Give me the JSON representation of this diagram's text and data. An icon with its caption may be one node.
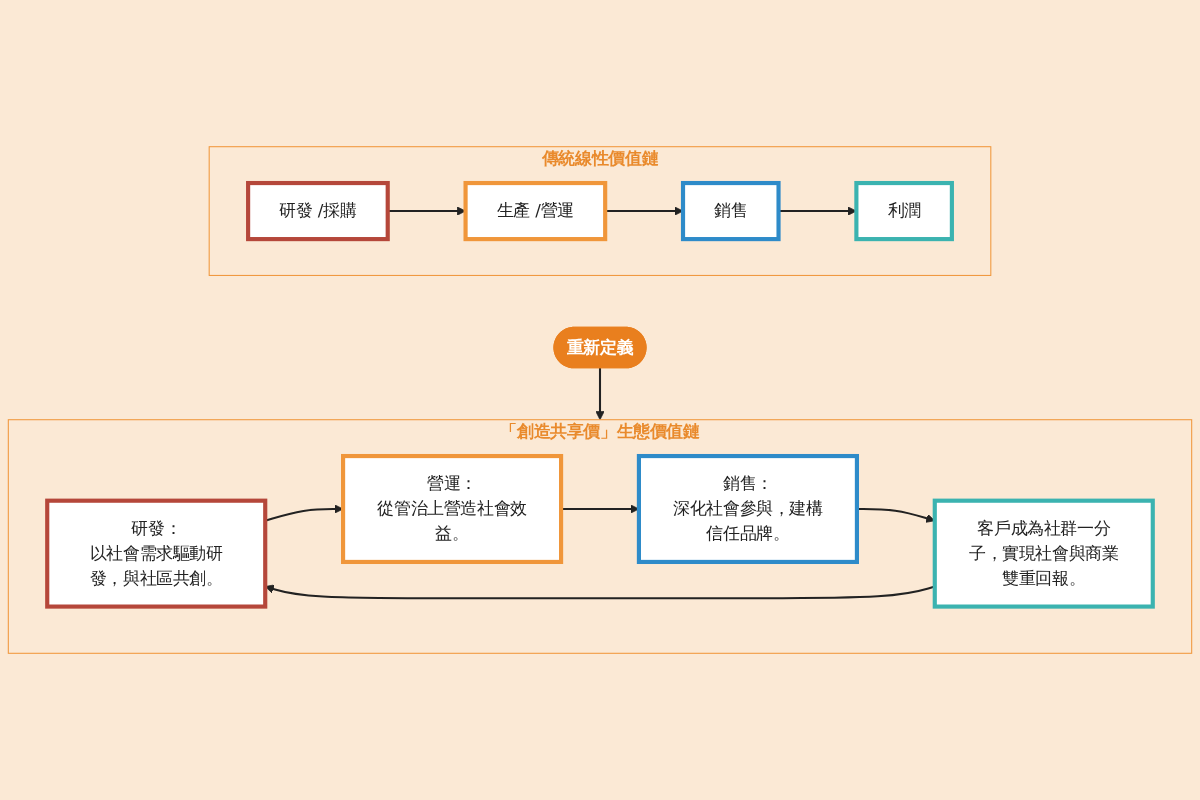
{
  "diagram": {
    "nodes": [
      {
        "text": [
          "傳統線性價值鏈"
        ]
      },
      {
        "text": [
          "研發 /採購"
        ],
        "in": 0
      },
      {
        "text": [
          "生產 /營運"
        ],
        "in": 0
      },
      {
        "text": [
          "銷售"
        ],
        "in": 0
      },
      {
        "text": [
          "利潤"
        ],
        "in": 0
      },
      {
        "text": [
          "重新定義"
        ]
      },
      {
        "text": [
          "「創造共享價」生態價值鏈"
        ]
      },
      {
        "text": [
          "研發：",
          "以社會需求驅動研發，與社區共創。"
        ],
        "in": 6
      },
      {
        "text": [
          "營運：",
          "從管治上營造社會效益。"
        ],
        "in": 6
      },
      {
        "text": [
          "銷售：",
          "深化社會參與，建構信任品牌。"
        ],
        "in": 6
      },
      {
        "text": [
          "客戶成為社群一分子，實現社會與商業雙重回報。"
        ],
        "in": 6
      }
    ],
    "edges": [
      {
        "from": 1,
        "to": 2,
        "arrow": "to"
      },
      {
        "from": 2,
        "to": 3,
        "arrow": "to"
      },
      {
        "from": 3,
        "to": 4,
        "arrow": "to"
      },
      {
        "from": 5,
        "to": 6,
        "arrow": "to"
      },
      {
        "from": 7,
        "to": 8,
        "arrow": "to"
      },
      {
        "from": 8,
        "to": 9,
        "arrow": "to"
      },
      {
        "from": 9,
        "to": 10,
        "arrow": "to"
      },
      {
        "from": 10,
        "to": 7,
        "arrow": "to"
      }
    ]
  }
}
